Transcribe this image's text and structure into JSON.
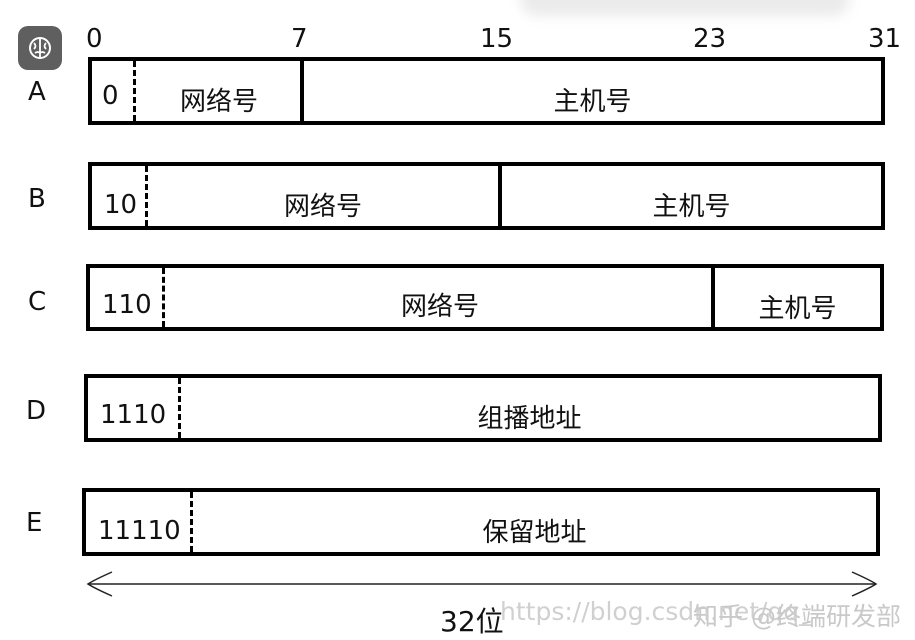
{
  "bit_positions": [
    "0",
    "7",
    "15",
    "23",
    "31"
  ],
  "classes": [
    {
      "name": "A",
      "prefix": "0",
      "fields": [
        "网络号",
        "主机号"
      ]
    },
    {
      "name": "B",
      "prefix": "10",
      "fields": [
        "网络号",
        "主机号"
      ]
    },
    {
      "name": "C",
      "prefix": "110",
      "fields": [
        "网络号",
        "主机号"
      ]
    },
    {
      "name": "D",
      "prefix": "1110",
      "fields": [
        "组播地址"
      ]
    },
    {
      "name": "E",
      "prefix": "11110",
      "fields": [
        "保留地址"
      ]
    }
  ],
  "total_width_label": "32位",
  "watermark": {
    "url": "https://blog.csdn.net/qq_",
    "brand": "知乎 @终端研发部"
  }
}
